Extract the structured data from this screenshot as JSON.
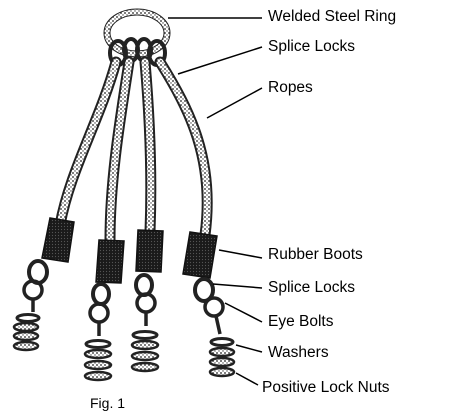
{
  "labels": {
    "ring": "Welded Steel Ring",
    "splice_top": "Splice Locks",
    "ropes": "Ropes",
    "boots": "Rubber Boots",
    "splice_bottom": "Splice Locks",
    "eye_bolts": "Eye Bolts",
    "washers": "Washers",
    "nuts": "Positive Lock Nuts"
  },
  "caption": "Fig. 1"
}
